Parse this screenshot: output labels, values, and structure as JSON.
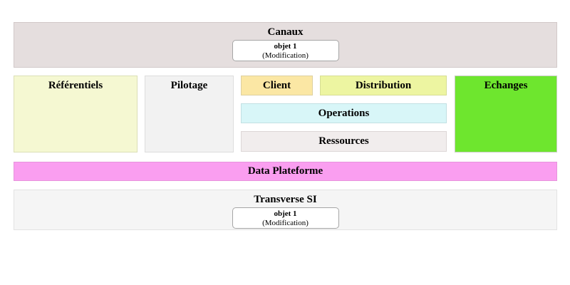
{
  "diagram": {
    "canaux": {
      "title": "Canaux",
      "color": "#e5dede",
      "object": {
        "name": "objet 1",
        "action": "(Modification)"
      }
    },
    "referentiels": {
      "title": "Référentiels",
      "color": "#f5f8d2"
    },
    "pilotage": {
      "title": "Pilotage",
      "color": "#f2f2f2"
    },
    "client": {
      "title": "Client",
      "color": "#fbe7a4"
    },
    "distribution": {
      "title": "Distribution",
      "color": "#edf5a1"
    },
    "operations": {
      "title": "Operations",
      "color": "#d8f6f8"
    },
    "ressources": {
      "title": "Ressources",
      "color": "#f1eded"
    },
    "echanges": {
      "title": "Echanges",
      "color": "#6ee62e"
    },
    "data_plateforme": {
      "title": "Data Plateforme",
      "color": "#fa9ef0"
    },
    "transverse_si": {
      "title": "Transverse SI",
      "color": "#f5f5f5",
      "object": {
        "name": "objet 1",
        "action": "(Modification)"
      }
    }
  }
}
